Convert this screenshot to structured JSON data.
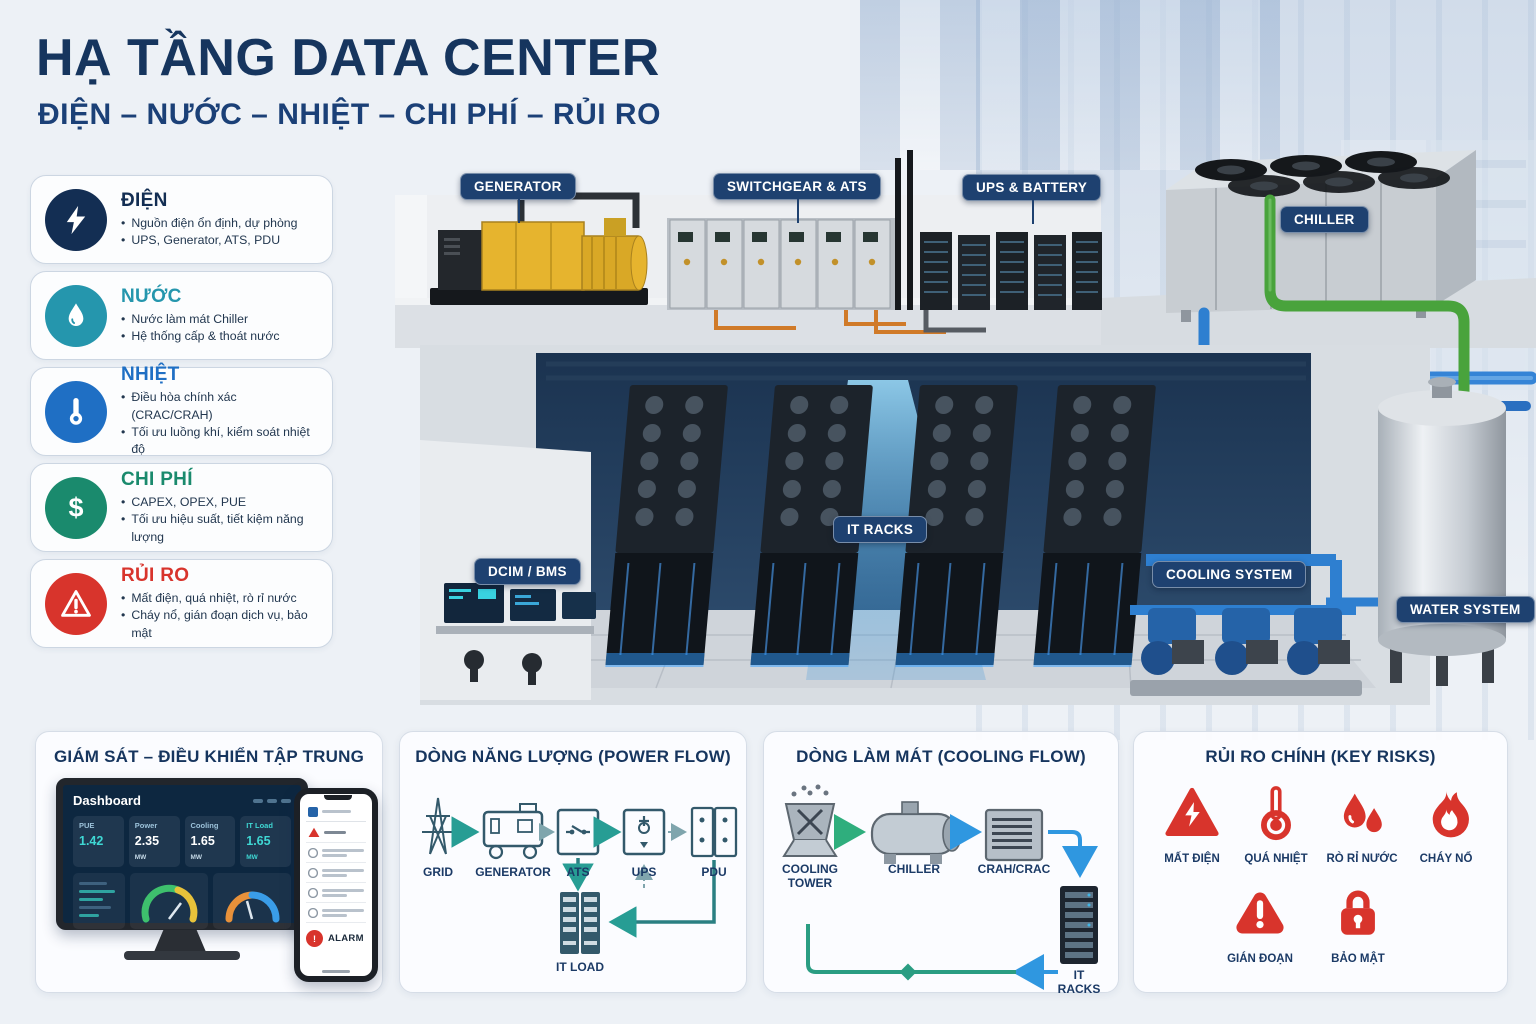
{
  "header": {
    "title": "HẠ TẦNG DATA CENTER",
    "subtitle": "ĐIỆN  –  NƯỚC  –  NHIỆT  –  CHI PHÍ  –  RỦI RO"
  },
  "colors": {
    "navy": "#16355e",
    "pill": "#1e4170",
    "teal": "#2596ad",
    "blue": "#1f6fc4",
    "green": "#1a8a6d",
    "red": "#d8342c",
    "flow_teal": "#279d94",
    "flow_blue": "#2f97e0",
    "flow_green": "#2fae7d",
    "glow_cyan": "#7fd4ff"
  },
  "categories": [
    {
      "title": "ĐIỆN",
      "icon": "lightning-icon",
      "color": "#132e53",
      "bullets": [
        "Nguồn điện ổn định, dự phòng",
        "UPS, Generator, ATS, PDU"
      ]
    },
    {
      "title": "NƯỚC",
      "icon": "water-drop-icon",
      "color": "#2596ad",
      "bullets": [
        "Nước làm mát Chiller",
        "Hệ thống cấp & thoát nước"
      ]
    },
    {
      "title": "NHIỆT",
      "icon": "thermometer-icon",
      "color": "#1f6fc4",
      "bullets": [
        "Điều hòa chính xác (CRAC/CRAH)",
        "Tối ưu luồng khí, kiểm soát nhiệt độ"
      ]
    },
    {
      "title": "CHI PHÍ",
      "icon": "dollar-icon",
      "color": "#1a8a6d",
      "bullets": [
        "CAPEX, OPEX, PUE",
        "Tối ưu hiệu suất, tiết kiệm năng lượng"
      ]
    },
    {
      "title": "RỦI RO",
      "icon": "warning-icon",
      "color": "#d8342c",
      "bullets": [
        "Mất điện, quá nhiệt, rò rỉ nước",
        "Cháy nổ, gián đoạn dịch vụ, bảo mật"
      ]
    }
  ],
  "scene": {
    "labels": [
      "GENERATOR",
      "SWITCHGEAR & ATS",
      "UPS & BATTERY",
      "CHILLER",
      "IT RACKS",
      "DCIM / BMS",
      "COOLING SYSTEM",
      "WATER SYSTEM"
    ]
  },
  "monitoring": {
    "panel_title": "GIÁM SÁT – ĐIỀU KHIỂN TẬP TRUNG",
    "dashboard_title": "Dashboard",
    "metrics": [
      {
        "label": "PUE",
        "value": "1.42",
        "unit": ""
      },
      {
        "label": "Power",
        "value": "2.35",
        "unit": "MW"
      },
      {
        "label": "Cooling",
        "value": "1.65",
        "unit": "MW"
      },
      {
        "label": "IT Load",
        "value": "1.65",
        "unit": "MW"
      }
    ],
    "alarm_label": "ALARM"
  },
  "power_flow": {
    "title": "DÒNG NĂNG LƯỢNG (POWER FLOW)",
    "nodes": [
      "GRID",
      "GENERATOR",
      "ATS",
      "UPS",
      "PDU"
    ],
    "load_label": "IT LOAD"
  },
  "cooling_flow": {
    "title": "DÒNG LÀM MÁT (COOLING FLOW)",
    "nodes": [
      "COOLING TOWER",
      "CHILLER",
      "CRAH/CRAC",
      "IT RACKS"
    ]
  },
  "risks": {
    "title": "RỦI RO CHÍNH (KEY RISKS)",
    "items": [
      {
        "label": "MẤT ĐIỆN",
        "icon": "power-outage-icon"
      },
      {
        "label": "QUÁ NHIỆT",
        "icon": "overheat-icon"
      },
      {
        "label": "RÒ RỈ NƯỚC",
        "icon": "water-leak-icon"
      },
      {
        "label": "CHÁY NỔ",
        "icon": "fire-icon"
      },
      {
        "label": "GIÁN ĐOẠN",
        "icon": "interruption-icon"
      },
      {
        "label": "BẢO MẬT",
        "icon": "security-icon"
      }
    ]
  }
}
